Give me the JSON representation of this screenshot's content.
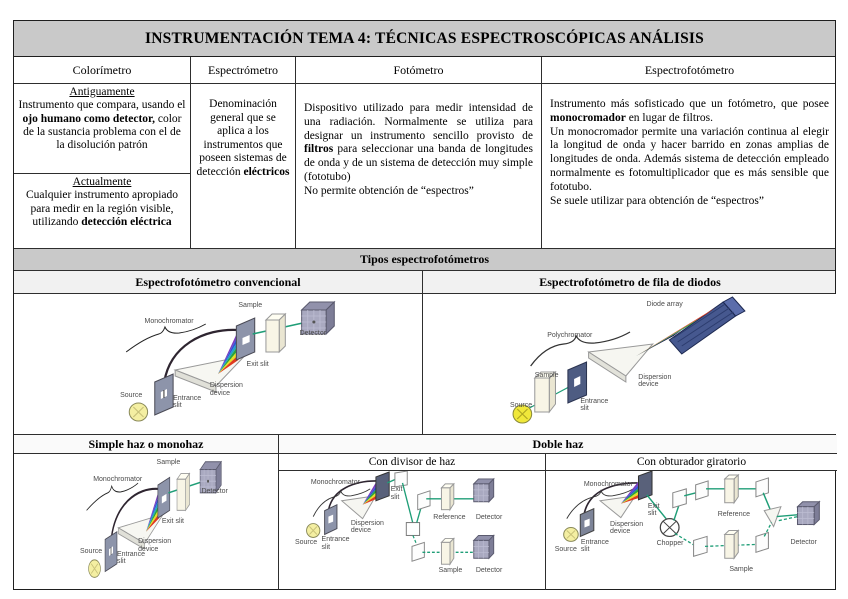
{
  "title": "INSTRUMENTACIÓN TEMA 4: TÉCNICAS ESPECTROSCÓPICAS ANÁLISIS",
  "instruments": {
    "colorimetro": {
      "header": "Colorímetro",
      "old_label": "Antiguamente",
      "old_text_1": "Instrumento que compara, usando el ",
      "old_text_bold": "ojo humano como detector,",
      "old_text_2": " color de la sustancia problema con el de la disolución patrón",
      "new_label": "Actualmente",
      "new_text_1": "Cualquier instrumento apropiado para medir en la región visible, utilizando ",
      "new_text_bold": "detección eléctrica"
    },
    "espectrometro": {
      "header": "Espectrómetro",
      "text_1": "Denominación general que se aplica a los instrumentos que poseen sistemas de detección ",
      "text_bold": "eléctricos"
    },
    "fotometro": {
      "header": "Fotómetro",
      "text_1": "Dispositivo utilizado para medir intensidad de una radiación. Normalmente se utiliza para designar un instrumento sencillo provisto de ",
      "text_bold": "filtros",
      "text_2": " para seleccionar una banda de longitudes de onda y de un sistema de detección muy simple (fototubo)",
      "text_3": "No permite obtención de “espectros”"
    },
    "espectrofotometro": {
      "header": "Espectrofotómetro",
      "text_1": "Instrumento más sofisticado que un fotómetro, que posee ",
      "text_bold": "monocromador",
      "text_2": " en lugar de filtros.",
      "text_3": "Un monocromador permite una variación continua al elegir la longitud de onda y hacer barrido en zonas amplias de longitudes de onda. Además sistema de detección empleado normalmente es fotomultiplicador que es más sensible que fototubo.",
      "text_4": "Se suele utilizar para obtención de “espectros”"
    }
  },
  "sections": {
    "tipos": "Tipos espectrofotómetros",
    "convencional": "Espectrofotómetro convencional",
    "fila_diodos": "Espectrofotómetro de fila de diodos",
    "simple_haz": "Simple haz o monohaz",
    "doble_haz": "Doble haz",
    "divisor": "Con divisor de haz",
    "obturador": "Con obturador giratorio"
  },
  "diagram_labels": {
    "monochromator": "Monochromator",
    "polychromator": "Polychromator",
    "source": "Source",
    "entrance_slit": "Entrance slit",
    "dispersion_device": "Dispersion device",
    "exit_slit": "Exit slit",
    "sample": "Sample",
    "detector": "Detector",
    "reference": "Reference",
    "chopper": "Chopper",
    "diode_array": "Diode array"
  },
  "colors": {
    "header_bg": "#c9c9c9",
    "subheader_bg": "#f1f1f1",
    "border": "#2e2e2e",
    "beam_green": "#1f9e77",
    "source_yellow": "#f4efa2",
    "slit_gray": "#8d94aa",
    "detector_gray": "#a9a9c0",
    "diode_blue": "#46588f"
  }
}
